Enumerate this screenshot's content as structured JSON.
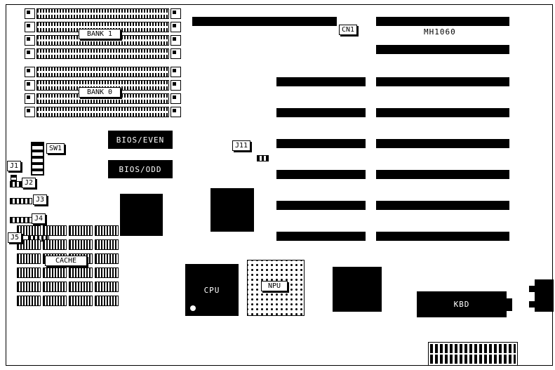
{
  "memory": {
    "bank1_label": "BANK 1",
    "bank0_label": "BANK 0"
  },
  "slots": {
    "cn1_label": "CN1",
    "board_model": "MH1060"
  },
  "bios": {
    "even_label": "BIOS/EVEN",
    "odd_label": "BIOS/ODD"
  },
  "jumpers": {
    "sw1_label": "SW1",
    "j1_label": "J1",
    "j2_label": "J2",
    "j3_label": "J3",
    "j4_label": "J4",
    "j5_label": "J5",
    "j11_label": "J11"
  },
  "chips": {
    "cache_label": "CACHE",
    "cpu_label": "CPU",
    "npu_label": "NPU",
    "kbd_label": "KBD"
  }
}
